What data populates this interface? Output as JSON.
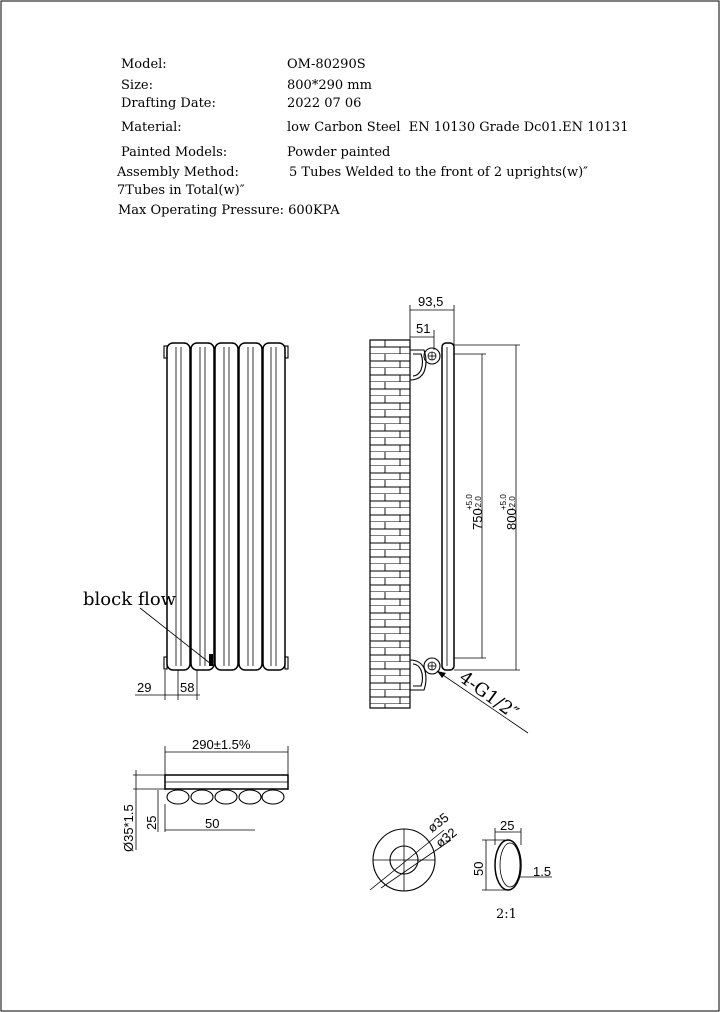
{
  "spec": {
    "model_label": "Model:",
    "model_value": "OM-80290S",
    "size_label": "Size:",
    "size_value": "800*290 mm",
    "date_label": "Drafting Date:",
    "date_value": "2022 07 06",
    "material_label": "Material:",
    "material_value": "low Carbon Steel  EN 10130 Grade Dc01.EN 10131",
    "painted_label": "Painted Models:",
    "painted_value": "Powder painted",
    "assembly_label": "Assembly Method:",
    "assembly_value": "5 Tubes Welded to the front of 2 uprights(w)″",
    "tubes_total": "7Tubes in Total(w)″",
    "pressure": "Max Operating Pressure: 600KPA"
  },
  "front_view": {
    "block_flow": "block flow",
    "dim_left": "29",
    "dim_tube": "58"
  },
  "side_view": {
    "dim_depth": "93,5",
    "dim_bracket": "51",
    "dim_centers": "750",
    "dim_centers_tol_plus": "+5.0",
    "dim_centers_tol_minus": "-2.0",
    "dim_height": "800",
    "dim_height_tol_plus": "+5.0",
    "dim_height_tol_minus": "-2.0",
    "thread": "4-G1/2″"
  },
  "top_view": {
    "dim_width": "290±1.5%",
    "dim_diameter": "Ø35*1.5",
    "dim_offset": "25",
    "dim_pitch": "50"
  },
  "details": {
    "dia_outer": "ø35",
    "dia_inner": "ø32",
    "oval_width": "25",
    "oval_height": "50",
    "oval_wall": "1.5",
    "scale": "2:1"
  }
}
